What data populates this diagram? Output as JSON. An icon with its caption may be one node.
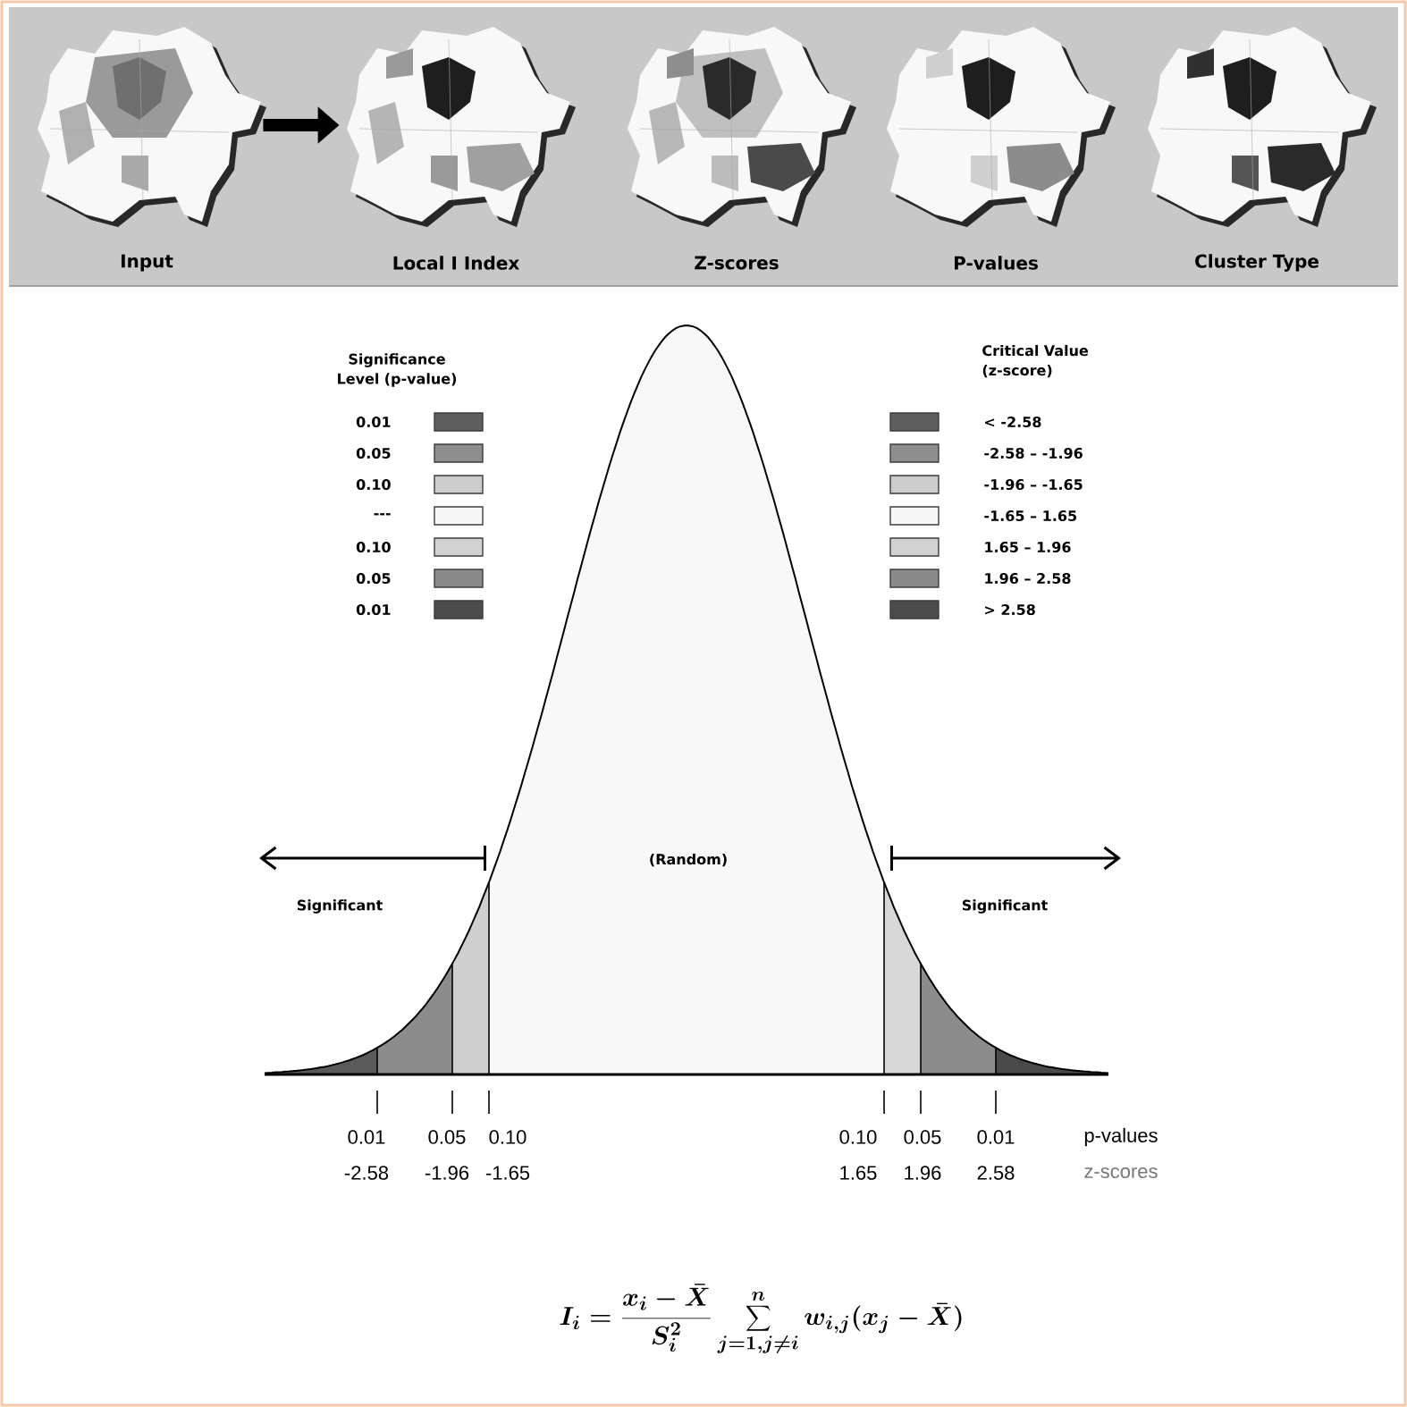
{
  "diagram": {
    "nodes": [
      {
        "text": [
          "Input"
        ]
      },
      {
        "text": [
          "Local I Index"
        ]
      },
      {
        "text": [
          "Z-scores"
        ]
      },
      {
        "text": [
          "P-values"
        ]
      },
      {
        "text": [
          "Cluster Type"
        ]
      }
    ],
    "edges": [
      {
        "from": 0,
        "to": 1,
        "arrow": "to"
      }
    ],
    "labels": [
      "Significance Level (p-value)",
      "Critical Value (z-score)",
      "(Random)",
      "Significant",
      "Significant",
      "0.01",
      "0.05",
      "0.10",
      "0.10",
      "0.05",
      "0.01",
      "p-values",
      "-2.58",
      "-1.96",
      "-1.65",
      "1.65",
      "1.96",
      "2.58",
      "z-scores",
      "I_i = \\frac{x_i - \\bar{X}}{S_i^2} \\sum_{j=1, j\\neq i}^{n} w_{i,j}(x_j - \\bar{X})"
    ],
    "legend": [
      {
        "text": "0.01",
        "color": "#5f5f5f"
      },
      {
        "text": "0.05",
        "color": "#8e8e8e"
      },
      {
        "text": "0.10",
        "color": "#cdcdcd"
      },
      {
        "text": "---",
        "color": "#f7f7f7"
      },
      {
        "text": "0.10",
        "color": "#d2d2d2"
      },
      {
        "text": "0.05",
        "color": "#8a8a8a"
      },
      {
        "text": "0.01",
        "color": "#4c4c4c"
      },
      {
        "text": "< -2.58",
        "color": "#5f5f5f"
      },
      {
        "text": "-2.58 – -1.96",
        "color": "#8e8e8e"
      },
      {
        "text": "-1.96 – -1.65",
        "color": "#cdcdcd"
      },
      {
        "text": "-1.65 – 1.65",
        "color": "#f7f7f7"
      },
      {
        "text": "1.65 – 1.96",
        "color": "#d2d2d2"
      },
      {
        "text": "1.96 – 2.58",
        "color": "#8a8a8a"
      },
      {
        "text": "> 2.58",
        "color": "#4c4c4c"
      }
    ]
  }
}
